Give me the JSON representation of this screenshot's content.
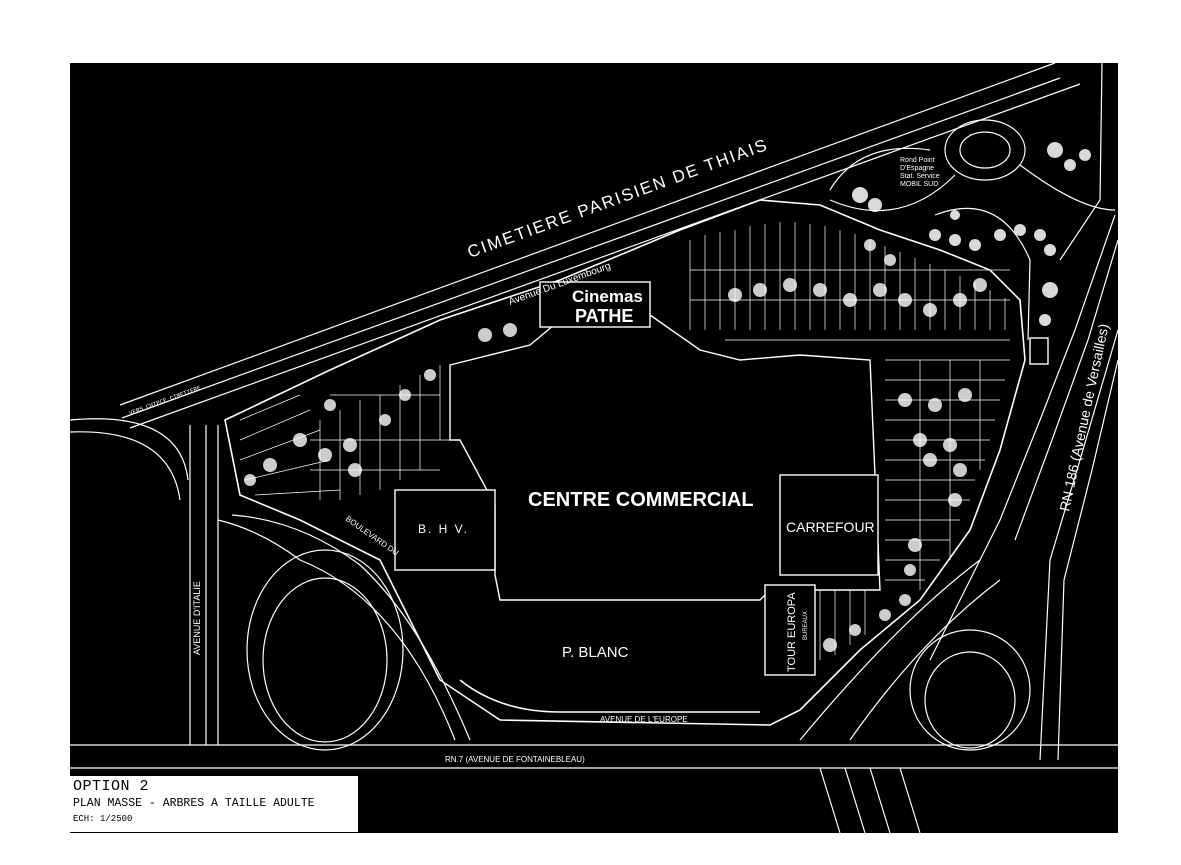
{
  "colors": {
    "background": "#000000",
    "lines": "#ffffff",
    "paper": "#ffffff"
  },
  "labels": {
    "cimetiere": "CIMETIERE PARISIEN DE THIAIS",
    "avenue_luxembourg": "Avenue Du Luxembourg",
    "cinemas": "Cinemas",
    "pathe": "PATHE",
    "vers_cimetiere": "VERS CHTPCE CIMETIERE",
    "rond_point_1": "Rond Point",
    "rond_point_2": "D'Espagne",
    "rond_point_3": "Stat. Service",
    "rond_point_4": "MOBIL SUD",
    "centre_commercial": "CENTRE COMMERCIAL",
    "carrefour": "CARREFOUR",
    "bhv": "B. H V.",
    "tour_europa": "TOUR EUROPA",
    "bureau": "BUREAUX",
    "p_blanc": "P. BLANC",
    "boulevard": "BOULEVARD DU",
    "avenue_italie": "AVENUE D'ITALIE",
    "avenue_europe": "AVENUE DE L'EUROPE",
    "rn7": "RN.7 (AVENUE DE FONTAINEBLEAU)",
    "rn186": "RN 186 (Avenue de Versailles)"
  },
  "caption": {
    "line1": "OPTION 2",
    "line2": "PLAN MASSE - ARBRES A TAILLE ADULTE",
    "line3": "ECH: 1/2500"
  }
}
